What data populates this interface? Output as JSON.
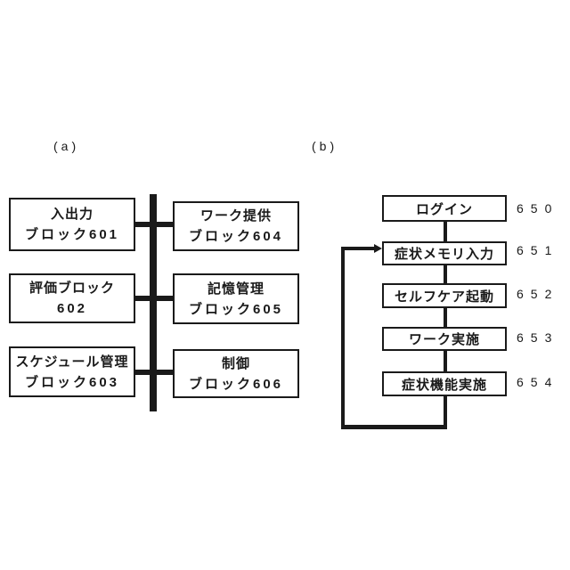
{
  "figure": {
    "panel_a": {
      "label": "(a)",
      "blocks": [
        {
          "line1": "入出力",
          "line2": "ブロック601"
        },
        {
          "line1": "評価ブロック",
          "line2": "602"
        },
        {
          "line1": "スケジュール管理",
          "line2": "ブロック603"
        },
        {
          "line1": "ワーク提供",
          "line2": "ブロック604"
        },
        {
          "line1": "記憶管理",
          "line2": "ブロック605"
        },
        {
          "line1": "制御",
          "line2": "ブロック606"
        }
      ]
    },
    "panel_b": {
      "label": "(b)",
      "steps": [
        {
          "label": "ログイン",
          "ref": "650"
        },
        {
          "label": "症状メモリ入力",
          "ref": "651"
        },
        {
          "label": "セルフケア起動",
          "ref": "652"
        },
        {
          "label": "ワーク実施",
          "ref": "653"
        },
        {
          "label": "症状機能実施",
          "ref": "654"
        }
      ]
    },
    "colors": {
      "ink": "#1a1a1a",
      "background": "#ffffff"
    }
  }
}
